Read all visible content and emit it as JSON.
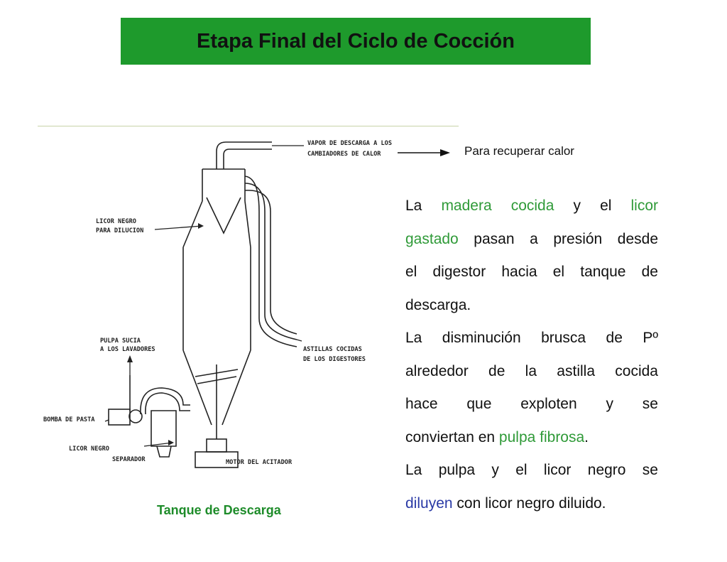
{
  "title": "Etapa Final del Ciclo de Cocción",
  "side_note": "Para recuperar calor",
  "caption": "Tanque de Descarga",
  "diagram_labels": {
    "vapor_1": "VAPOR DE DESCARGA A LOS",
    "vapor_2": "CAMBIADORES DE CALOR",
    "licor_negro_1": "LICOR NEGRO",
    "licor_negro_2": "PARA DILUCION",
    "pulpa_1": "PULPA SUCIA",
    "pulpa_2": "A LOS LAVADORES",
    "astillas_1": "ASTILLAS COCIDAS",
    "astillas_2": "DE LOS DIGESTORES",
    "bomba": "BOMBA DE PASTA",
    "licor_negro_low": "LICOR NEGRO",
    "separador": "SEPARADOR",
    "motor": "MOTOR DEL ACITADOR"
  },
  "text": {
    "p1_l1_a": "La",
    "p1_l1_b": "madera cocida",
    "p1_l1_c": "y el",
    "p1_l1_d": "licor",
    "p1_l2_a": "gastado",
    "p1_l2_b": " pasan a presión desde",
    "p1_l3": "el digestor hacia el tanque de",
    "p1_l4": "descarga.",
    "p2_l1": "La disminución brusca de Pº",
    "p2_l2": "alrededor de la astilla cocida",
    "p2_l3": "hace que exploten y se",
    "p2_l4_a": "conviertan en ",
    "p2_l4_b": "pulpa fibrosa",
    "p2_l4_c": ".",
    "p3_l1": "La pulpa y el licor negro se",
    "p3_l2_a": "diluyen",
    "p3_l2_b": " con licor negro diluido."
  },
  "colors": {
    "title_bg": "#1e9a2c",
    "highlight_green": "#2f9a38",
    "highlight_blue": "#2a3aa6",
    "caption": "#1e8c2a"
  }
}
